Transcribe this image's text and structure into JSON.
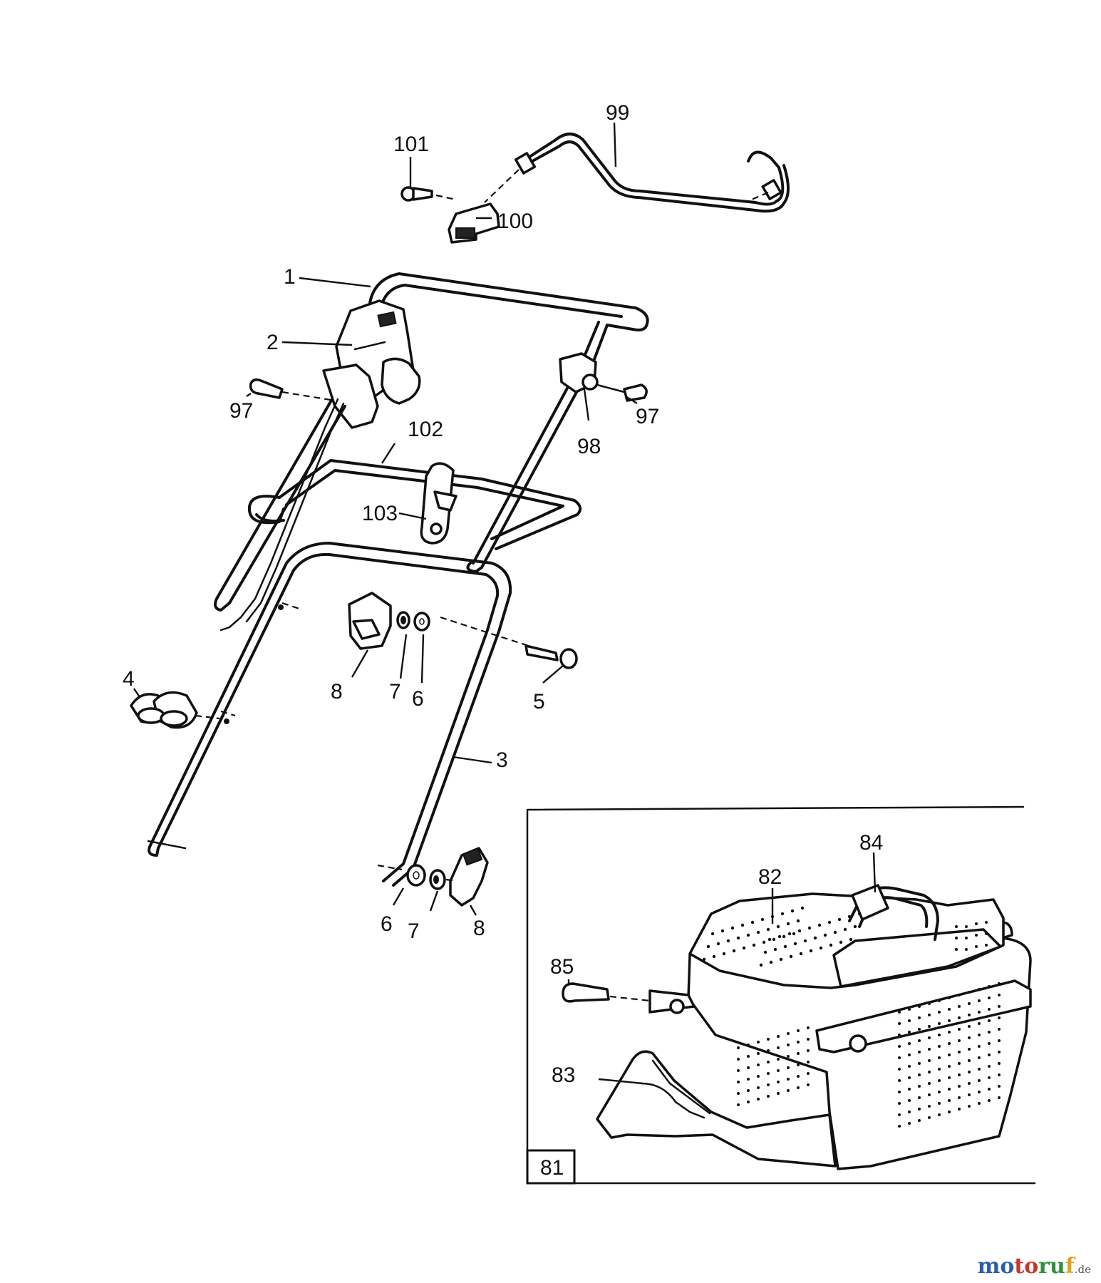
{
  "callouts": {
    "c1": "1",
    "c2": "2",
    "c3": "3",
    "c4": "4",
    "c5": "5",
    "c6a": "6",
    "c6b": "6",
    "c7a": "7",
    "c7b": "7",
    "c8a": "8",
    "c8b": "8",
    "c97a": "97",
    "c97b": "97",
    "c98": "98",
    "c99": "99",
    "c100": "100",
    "c101": "101",
    "c102": "102",
    "c103": "103"
  },
  "inset": {
    "label": "81",
    "c82": "82",
    "c83": "83",
    "c84": "84",
    "c85": "85"
  },
  "watermark": {
    "part1": "mo",
    "part2": "to",
    "part3": "ru",
    "part4": "f",
    "tld": ".de"
  }
}
